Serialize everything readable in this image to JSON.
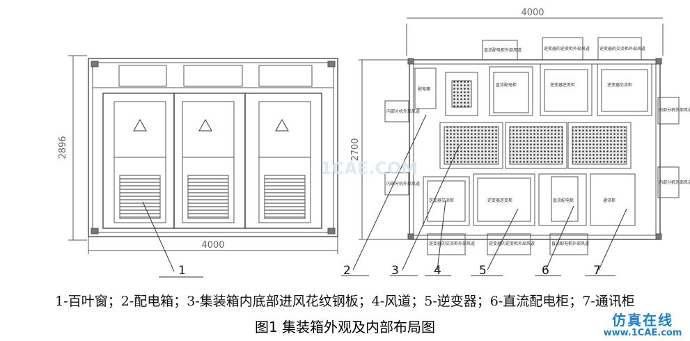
{
  "left_view": {
    "width_dim": "4000",
    "height_dim": "2896"
  },
  "right_view": {
    "width_dim": "4000",
    "height_dim": "2700",
    "labels": {
      "distribution_box": "配电箱",
      "inner_split_top": "内部分机外部风道",
      "inner_split_left_bottom": "内部分机外部风道",
      "inner_split_right_top": "内部分机外部风道",
      "inner_split_right_bottom": "内部分机外部风道",
      "dc_cabinet_duct_top": "直流配电柜外部风道",
      "inverter_duct_top_1": "逆变器的逆变柜外部风道",
      "inverter_duct_top_2": "逆变器的交流柜外部风道",
      "dc_cabinet_top": "直流配电柜",
      "inverter_cabinet_top": "逆变器逆变柜",
      "inverter_ac_top": "逆变器交流柜",
      "inverter_ac_bottom": "逆变器交流柜",
      "inverter_cabinet_bottom": "逆变器逆变柜",
      "dc_cabinet_bottom": "直流配电柜",
      "comm_cabinet": "通讯柜",
      "inverter_duct_bottom_1": "逆变器的交流柜外部风道",
      "inverter_duct_bottom_2": "逆变器的逆变柜外部风道",
      "dc_cabinet_duct_bottom": "直流配电柜外部风道"
    }
  },
  "callouts": [
    "1",
    "2",
    "3",
    "4",
    "5",
    "6",
    "7"
  ],
  "legend_text": "1-百叶窗；2-配电箱；3-集装箱内底部进风花纹钢板；4-风道；5-逆变器；6-直流配电柜；7-通讯柜",
  "caption": "图1 集装箱外观及内部布局图",
  "watermark": {
    "line1": "仿真在线",
    "line2": "www.1CAE.com",
    "center_mark": "1CAE.COM"
  },
  "colors": {
    "line": "#555555",
    "watermark_blue": "#1d7fd0"
  }
}
